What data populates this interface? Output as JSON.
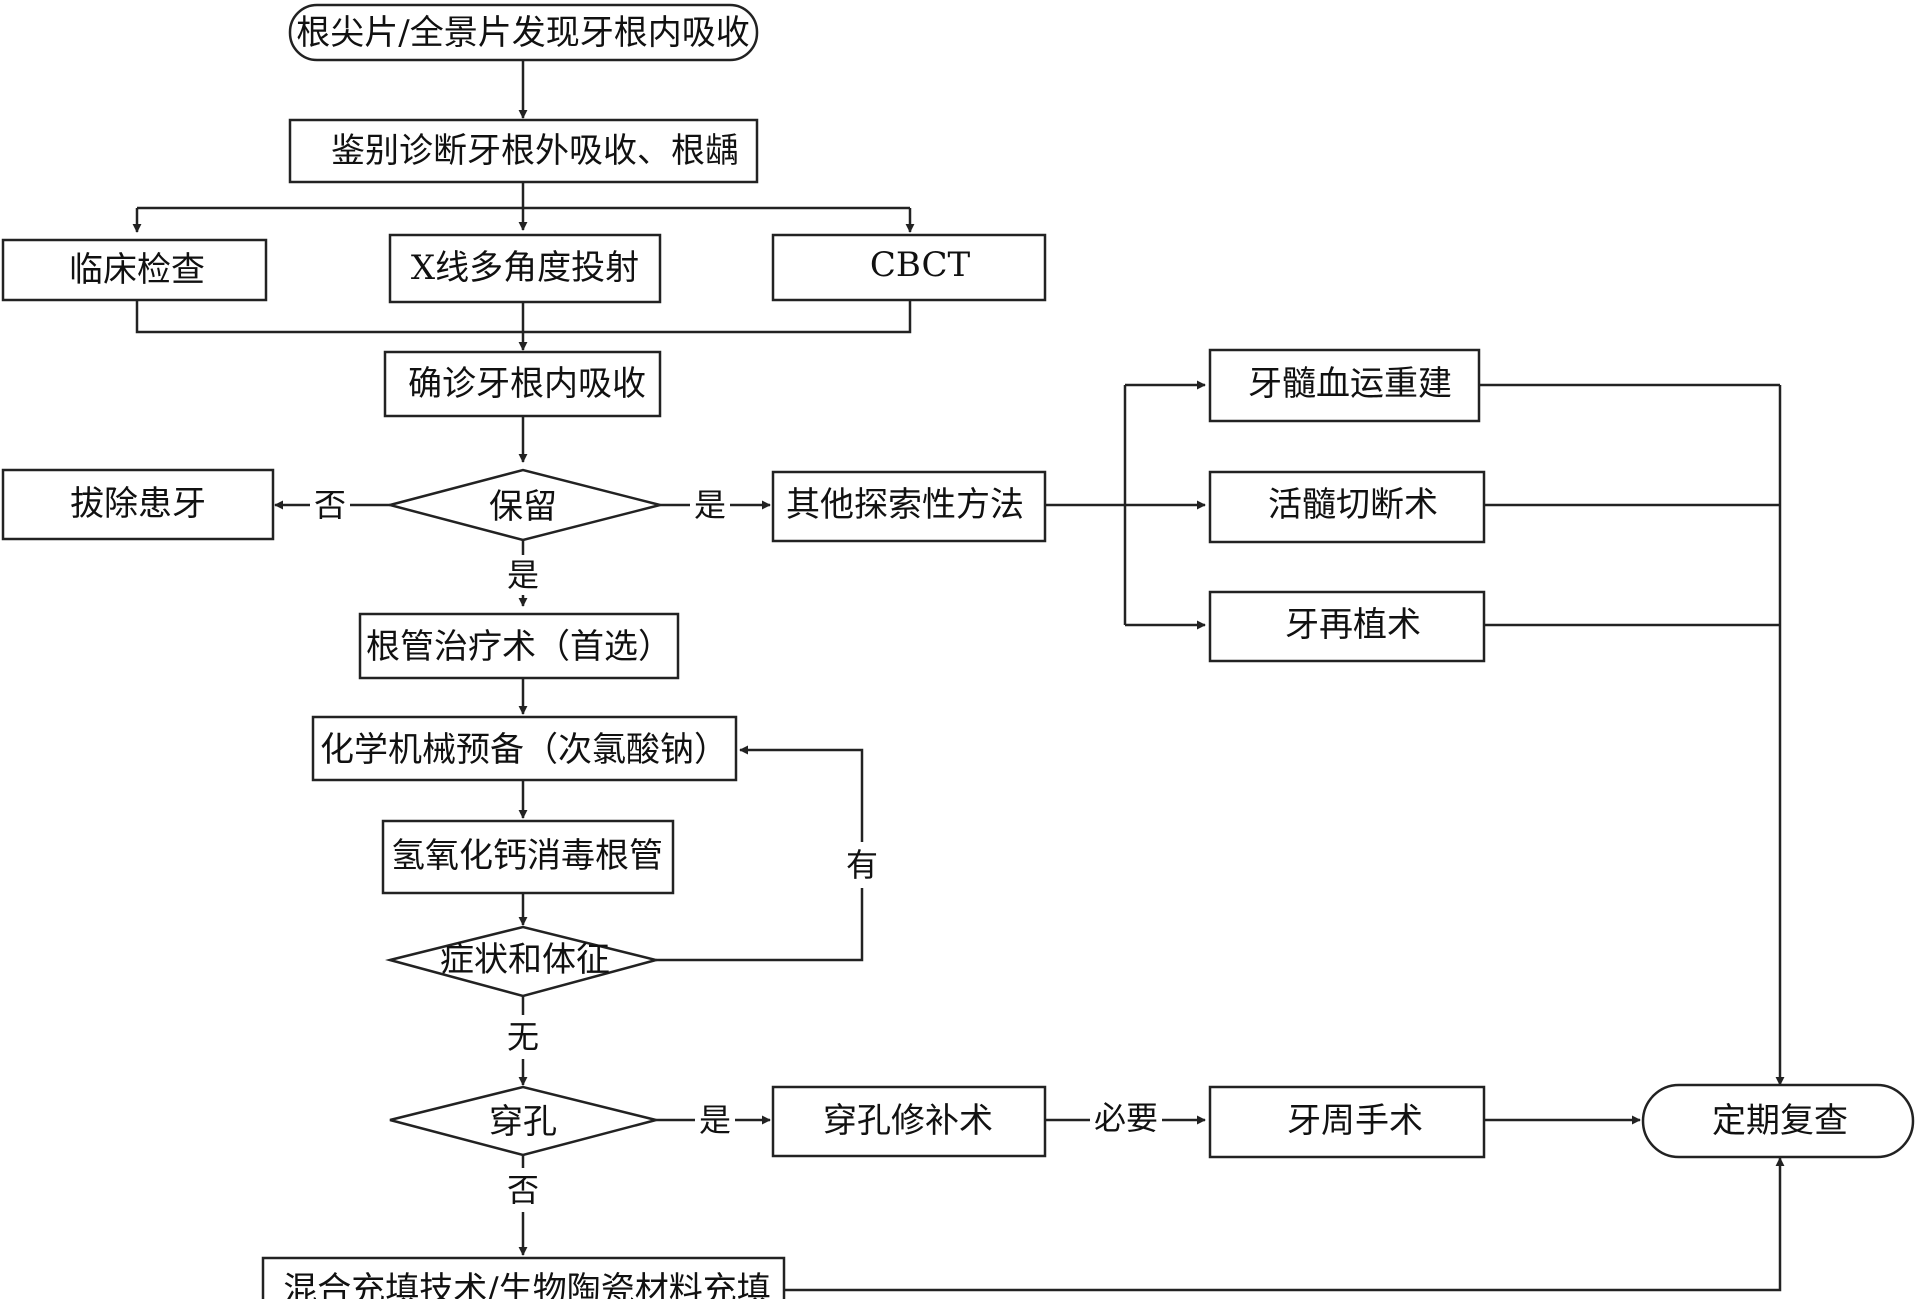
{
  "nodes": {
    "start": "根尖片/全景片发现牙根内吸收",
    "differential": "鉴别诊断牙根外吸收、根龋",
    "clinical": "临床检查",
    "xray": "X线多角度投射",
    "cbct": "CBCT",
    "confirm": "确诊牙根内吸收",
    "extract": "拔除患牙",
    "retain": "保留",
    "other_methods": "其他探索性方法",
    "revascularization": "牙髓血运重建",
    "pulpotomy": "活髓切断术",
    "replantation": "牙再植术",
    "rct": "根管治疗术（首选）",
    "chemomech": "化学机械预备（次氯酸钠）",
    "caoh": "氢氧化钙消毒根管",
    "symptoms": "症状和体征",
    "perforation": "穿孔",
    "perf_repair": "穿孔修补术",
    "perio_surgery": "牙周手术",
    "followup": "定期复查",
    "fill": "混合充填技术/生物陶瓷材料充填"
  },
  "edge_labels": {
    "retain_no": "否",
    "retain_yes_right": "是",
    "retain_yes_down": "是",
    "symptoms_yes": "有",
    "symptoms_no": "无",
    "perforation_yes": "是",
    "perforation_no": "否",
    "necessary": "必要"
  },
  "colors": {
    "stroke": "#222222",
    "fill": "#ffffff",
    "text": "#111111"
  }
}
